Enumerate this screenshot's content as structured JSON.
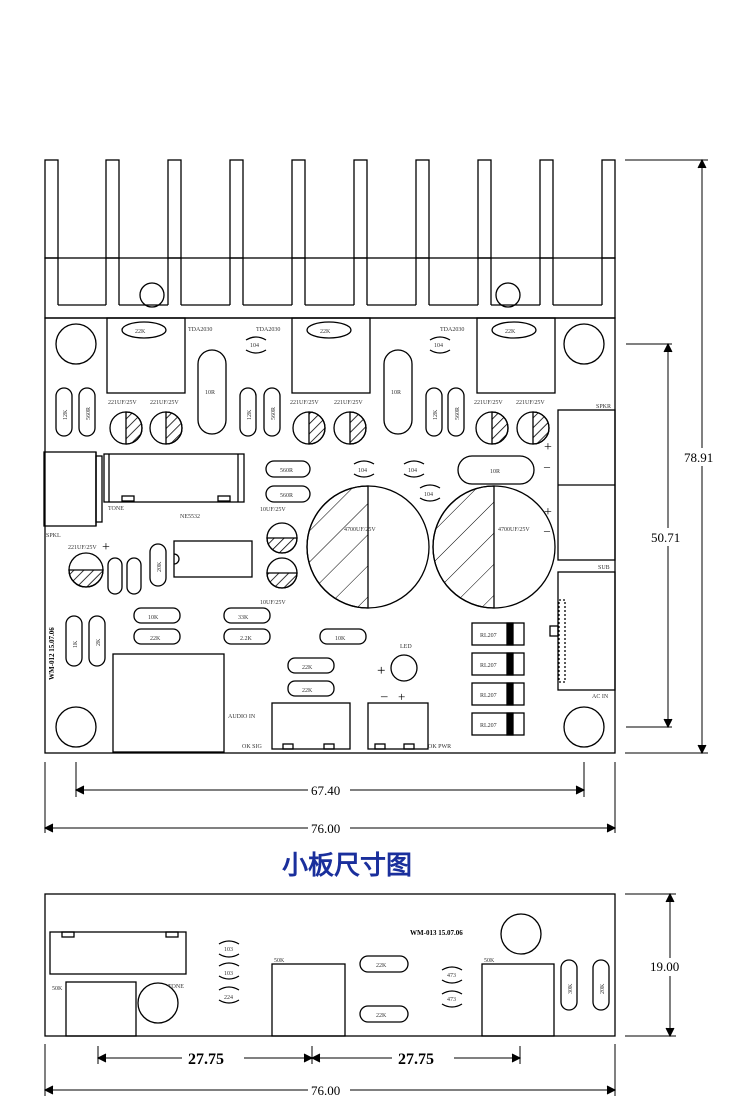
{
  "title": "小板尺寸图",
  "main_board": {
    "model_label": "WM-012 15.07.06",
    "tda": [
      "TDA2030",
      "TDA2030",
      "TDA2030"
    ],
    "res_22k": "22K",
    "cap_104": "104",
    "res_10r": "10R",
    "res_12k": "12K",
    "res_560r": "560R",
    "cap_221uf": "221UF/25V",
    "cap_4700uf": "4700UF/25V",
    "cap_10uf": "10UF/25V",
    "ic": "NE5532",
    "tone": "TONE",
    "spkl": "SPKL",
    "spkr": "SPKR",
    "sub": "SUB",
    "ac_in": "AC IN",
    "audio_in": "AUDIO IN",
    "ok_sig": "OK SIG",
    "ok_pwr": "OK PWR",
    "led": "LED",
    "res_10k": "10K",
    "res_33k": "33K",
    "res_2_2k": "2.2K",
    "res_1k": "1K",
    "res_2k": "2K",
    "diode": "RL207",
    "res_20k": "20K"
  },
  "small_board": {
    "model_label": "WM-013 15.07.06",
    "res_50k": "50K",
    "tone": "TONE",
    "cap_103": "103",
    "cap_224": "224",
    "cap_473": "473",
    "res_22k": "22K",
    "res_30k": "30K",
    "res_20k": "20K"
  },
  "dimensions": {
    "main_height": "78.91",
    "main_hole_spacing_v": "50.71",
    "main_hole_spacing_h": "67.40",
    "main_width": "76.00",
    "small_height": "19.00",
    "small_spacing_left": "27.75",
    "small_spacing_right": "27.75",
    "small_width": "76.00"
  }
}
